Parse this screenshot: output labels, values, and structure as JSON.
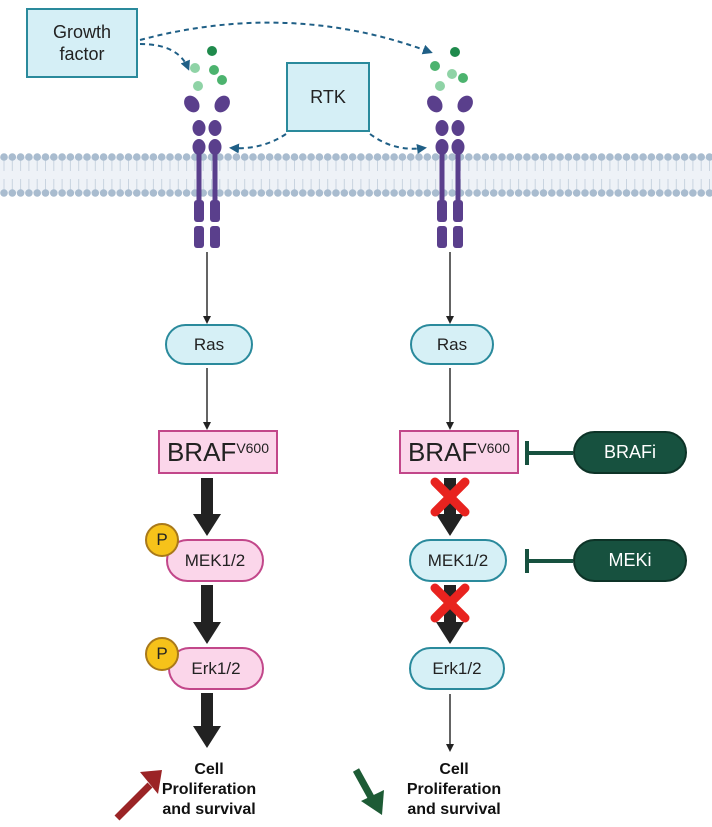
{
  "labels": {
    "growth_factor": "Growth\nfactor",
    "rtk": "RTK",
    "ras": "Ras",
    "braf_main": "BRAF",
    "braf_sup": "V600",
    "mek": "MEK1/2",
    "erk": "Erk1/2",
    "phospho": "P",
    "brafi": "BRAFi",
    "meki": "MEKi",
    "outcome_line1": "Cell",
    "outcome_line2": "Proliferation",
    "outcome_line3": "and survival"
  },
  "colors": {
    "membrane_bead": "#a9bccf",
    "receptor": "#5a3f8c",
    "ligand_dark": "#1f8a4c",
    "ligand_mid": "#4cb36e",
    "ligand_light": "#8fd3a6",
    "dashed_arrow": "#1f5f86",
    "inhibitor": "#17513f",
    "block_x": "#e8231f",
    "increase_arrow": "#9b2426",
    "decrease_arrow": "#1d5b35"
  }
}
